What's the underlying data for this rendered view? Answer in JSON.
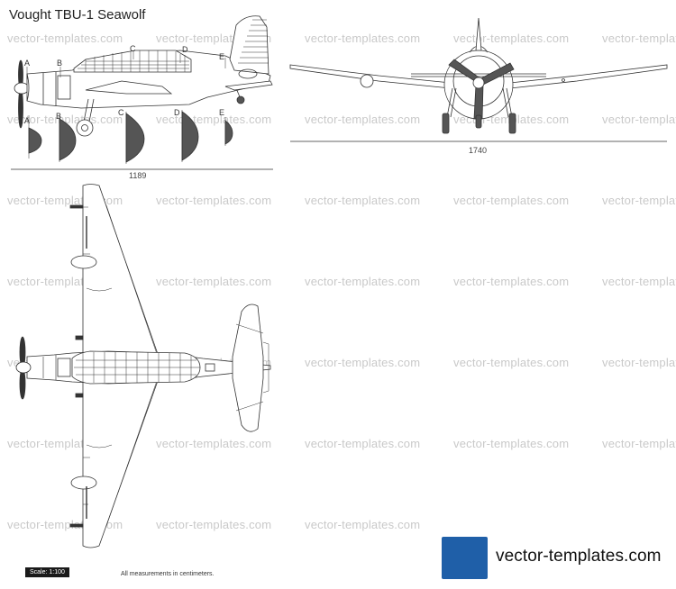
{
  "title": "Vought TBU-1 Seawolf",
  "watermark": "vector-templates.com",
  "side_view": {
    "section_labels": [
      "A",
      "B",
      "C",
      "D",
      "E"
    ],
    "length_dimension": "1189"
  },
  "front_view": {
    "span_dimension": "1740"
  },
  "footer": {
    "scale": "Scale: 1:100",
    "note": "All measurements in centimeters.",
    "logo_text": "vector-templates.com"
  },
  "colors": {
    "line": "#333333",
    "section_fill": "#555555",
    "logo_blue": "#1f5fa8",
    "watermark": "#c9c9c9"
  }
}
